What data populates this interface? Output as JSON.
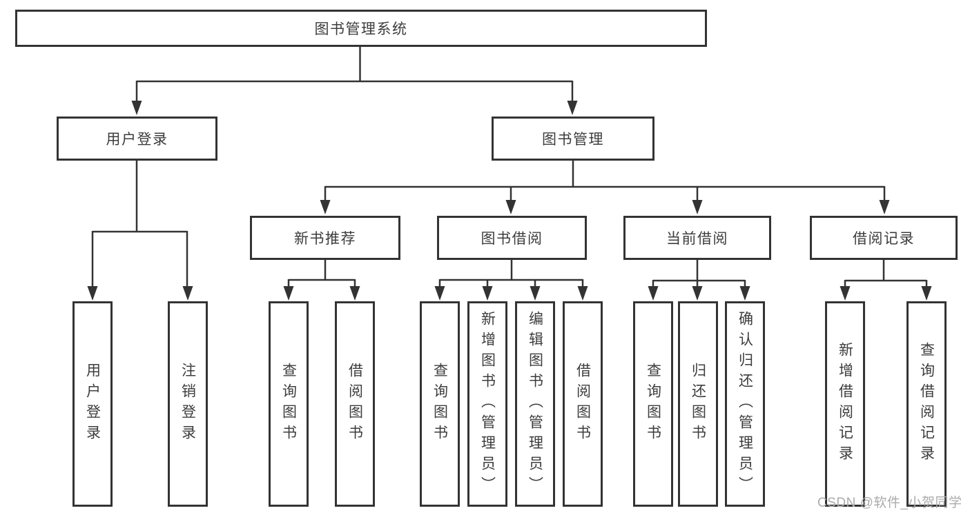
{
  "diagram": {
    "root": {
      "label": "图书管理系统"
    },
    "level2": [
      {
        "label": "用户登录"
      },
      {
        "label": "图书管理"
      }
    ],
    "level3": [
      {
        "label": "新书推荐"
      },
      {
        "label": "图书借阅"
      },
      {
        "label": "当前借阅"
      },
      {
        "label": "借阅记录"
      }
    ],
    "leaves": [
      {
        "label": "用户登录",
        "parent": "用户登录"
      },
      {
        "label": "注销登录",
        "parent": "用户登录"
      },
      {
        "label": "查询图书",
        "parent": "新书推荐"
      },
      {
        "label": "借阅图书",
        "parent": "新书推荐"
      },
      {
        "label": "查询图书",
        "parent": "图书借阅"
      },
      {
        "label": "新增图书（管理员）",
        "parent": "图书借阅"
      },
      {
        "label": "编辑图书（管理员）",
        "parent": "图书借阅"
      },
      {
        "label": "借阅图书",
        "parent": "图书借阅"
      },
      {
        "label": "查询图书",
        "parent": "当前借阅"
      },
      {
        "label": "归还图书",
        "parent": "当前借阅"
      },
      {
        "label": "确认归还（管理员）",
        "parent": "当前借阅"
      },
      {
        "label": "新增借阅记录",
        "parent": "借阅记录"
      },
      {
        "label": "查询借阅记录",
        "parent": "借阅记录"
      }
    ],
    "watermark": "CSDN @软件_小贺同学",
    "colors": {
      "line": "#333333",
      "text": "#3c3c3c",
      "box-bg": "#ffffff",
      "watermark": "#ababab"
    }
  }
}
